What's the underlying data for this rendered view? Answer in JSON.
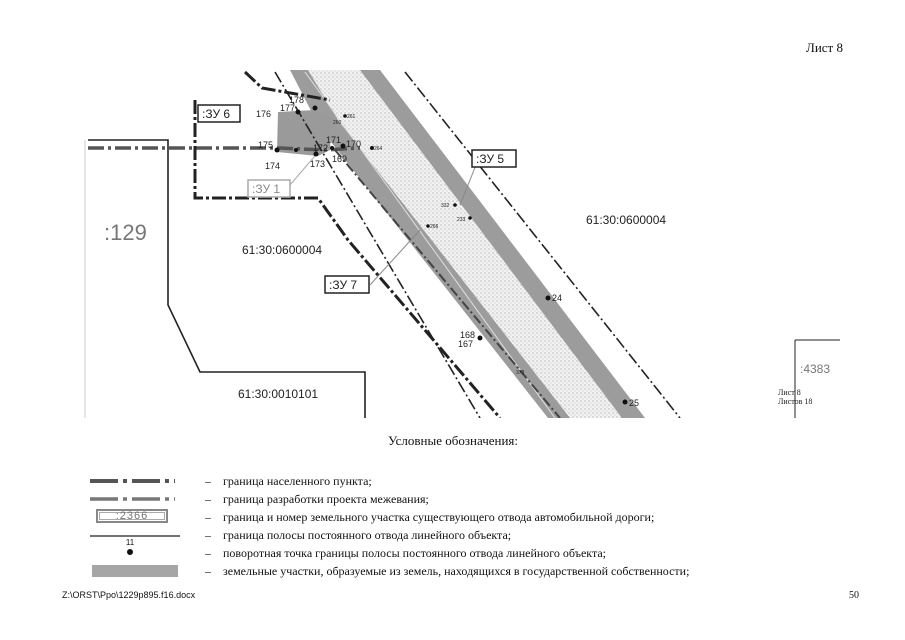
{
  "sheet_title": "Лист 8",
  "map": {
    "labels": {
      "parcel_129": ":129",
      "cad_block_a": "61:30:0600004",
      "cad_block_b": "61:30:0600004",
      "cad_block_c": "61:30:0010101",
      "parcel_4383": ":4383",
      "zu6": ":ЗУ 6",
      "zu1": ":ЗУ 1",
      "zu5": ":ЗУ 5",
      "zu7": ":ЗУ 7"
    },
    "points": {
      "p178": "178",
      "p177": "177",
      "p176": "176",
      "p175": "175",
      "p174": "174",
      "p173": "173",
      "p172": "172",
      "p171": "171",
      "p170": "170",
      "p169": "169",
      "p168": "168",
      "p167": "167",
      "p24": "24",
      "p25": "25",
      "p261": "261",
      "p260": "260",
      "p264": "264",
      "p332": "332",
      "p233": "233",
      "p266": "266",
      "p378": "378"
    },
    "inset": {
      "sheet": "Лист 8",
      "sheets": "Листов 18"
    }
  },
  "legend": {
    "title": "Условные обозначения:",
    "dash": "–",
    "sample_number": ":2366",
    "sample_point": "11",
    "items": [
      "граница населенного пункта;",
      "граница разработки проекта межевания;",
      "граница и номер земельного участка существующего отвода автомобильной дороги;",
      "граница полосы постоянного отвода линейного объекта;",
      "поворотная точка границы полосы постоянного отвода линейного объекта;",
      "земельные участки, образуемые из земель, находящихся в государственной собственности;"
    ]
  },
  "footer": {
    "path": "Z:\\ORST\\Ppo\\1229p895.f16.docx",
    "page": "50"
  }
}
